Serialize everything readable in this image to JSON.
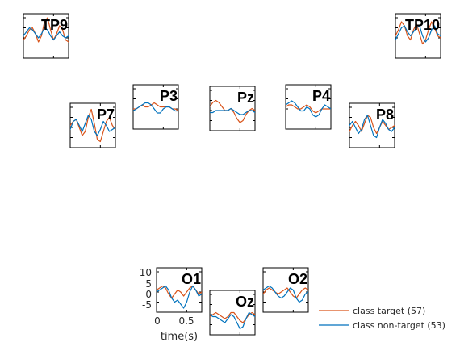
{
  "chart_data": {
    "type": "line",
    "xlabel": "time(s)",
    "xlim": [
      0,
      0.75
    ],
    "ylim": [
      -10,
      12
    ],
    "xticks": [
      0,
      0.5
    ],
    "xtick_labels": [
      "0",
      "0.5"
    ],
    "yticks": [
      10,
      5,
      0,
      -5
    ],
    "ytick_labels": [
      "10",
      "5",
      "0",
      "-5"
    ],
    "legend": {
      "placement": "bottom-right",
      "entries": [
        {
          "label": "class target (57)",
          "color": "#d95319"
        },
        {
          "label": "class non-target (53)",
          "color": "#0072bd"
        }
      ]
    },
    "series_colors": {
      "target": "#d95319",
      "nontarget": "#0072bd"
    },
    "x": [
      0,
      0.05,
      0.1,
      0.15,
      0.2,
      0.25,
      0.3,
      0.35,
      0.4,
      0.45,
      0.5,
      0.55,
      0.6,
      0.65,
      0.7,
      0.75
    ],
    "panels": [
      {
        "channel": "TP9",
        "target": [
          -1,
          1,
          4,
          5,
          2,
          -2,
          1,
          8,
          10,
          4,
          -1,
          2,
          6,
          4,
          -1,
          -2
        ],
        "nontarget": [
          1,
          3,
          5,
          4,
          2,
          0,
          2,
          5,
          4,
          1,
          -1,
          1,
          3,
          1,
          0,
          1
        ]
      },
      {
        "channel": "TP10",
        "target": [
          1,
          4,
          8,
          6,
          1,
          -1,
          4,
          7,
          2,
          -3,
          -1,
          4,
          8,
          5,
          1,
          0
        ],
        "nontarget": [
          -1,
          2,
          5,
          6,
          3,
          1,
          3,
          5,
          6,
          1,
          -2,
          0,
          4,
          6,
          2,
          1
        ]
      },
      {
        "channel": "P7",
        "target": [
          1,
          3,
          4,
          0,
          -4,
          -2,
          5,
          9,
          2,
          -6,
          -7,
          -2,
          3,
          5,
          1,
          -1
        ],
        "nontarget": [
          -1,
          3,
          4,
          1,
          -2,
          2,
          6,
          4,
          -2,
          -4,
          -1,
          3,
          1,
          -2,
          -1,
          0
        ]
      },
      {
        "channel": "P3",
        "target": [
          0,
          0,
          1,
          2,
          1,
          1,
          2,
          3,
          2,
          1,
          1,
          1,
          1,
          0,
          0,
          -1
        ],
        "nontarget": [
          -1,
          0,
          1,
          2,
          3,
          3,
          2,
          0,
          -2,
          -2,
          0,
          1,
          1,
          0,
          -1,
          -1
        ]
      },
      {
        "channel": "Pz",
        "target": [
          2,
          4,
          5,
          4,
          2,
          0,
          0,
          1,
          -1,
          -4,
          -6,
          -5,
          -2,
          0,
          1,
          0
        ],
        "nontarget": [
          -1,
          -1,
          0,
          0,
          0,
          0,
          0,
          1,
          0,
          -1,
          -2,
          -2,
          -1,
          0,
          0,
          -1
        ]
      },
      {
        "channel": "P4",
        "target": [
          1,
          2,
          2,
          1,
          0,
          0,
          1,
          2,
          1,
          -1,
          -2,
          -1,
          0,
          0,
          0,
          0
        ],
        "nontarget": [
          2,
          3,
          4,
          3,
          1,
          -1,
          -1,
          1,
          0,
          -3,
          -4,
          -3,
          0,
          2,
          1,
          0
        ]
      },
      {
        "channel": "P8",
        "target": [
          -2,
          1,
          3,
          1,
          -2,
          2,
          6,
          5,
          0,
          -3,
          0,
          3,
          1,
          -1,
          0,
          1
        ],
        "nontarget": [
          1,
          3,
          0,
          -3,
          -1,
          4,
          6,
          1,
          -4,
          -5,
          0,
          4,
          2,
          -1,
          -2,
          0
        ]
      },
      {
        "channel": "O1",
        "target": [
          1,
          2,
          3,
          2,
          -1,
          -3,
          -1,
          1,
          0,
          -2,
          0,
          2,
          3,
          1,
          -1,
          0
        ],
        "nontarget": [
          0,
          1,
          2,
          3,
          1,
          -3,
          -5,
          -4,
          -6,
          -8,
          -5,
          0,
          3,
          1,
          -2,
          -1
        ]
      },
      {
        "channel": "Oz",
        "target": [
          -1,
          0,
          1,
          0,
          -1,
          -2,
          -1,
          1,
          1,
          -1,
          -3,
          -4,
          -2,
          0,
          1,
          0
        ],
        "nontarget": [
          0,
          -1,
          -1,
          -2,
          -3,
          -4,
          -2,
          0,
          -1,
          -4,
          -7,
          -6,
          -2,
          1,
          0,
          -1
        ]
      },
      {
        "channel": "O2",
        "target": [
          -1,
          1,
          2,
          1,
          0,
          -1,
          0,
          1,
          2,
          0,
          -2,
          -3,
          -1,
          1,
          2,
          1
        ],
        "nontarget": [
          1,
          2,
          3,
          2,
          0,
          -2,
          -3,
          -2,
          0,
          2,
          1,
          -3,
          -5,
          -4,
          -1,
          0
        ]
      }
    ]
  }
}
